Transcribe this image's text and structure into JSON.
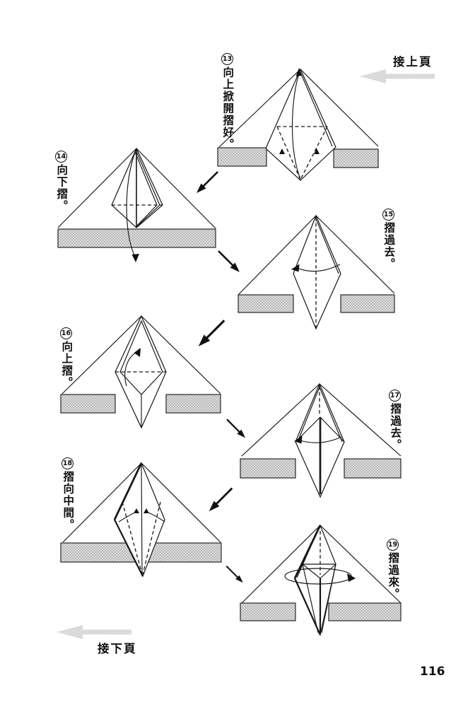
{
  "page": {
    "number": "116"
  },
  "nav": {
    "prev": {
      "label": "接上頁",
      "icon": "left-arrow"
    },
    "next": {
      "label": "接下頁",
      "icon": "left-arrow"
    }
  },
  "steps": [
    {
      "number": "13",
      "instruction": "向上掀開摺好。"
    },
    {
      "number": "14",
      "instruction": "向下摺。"
    },
    {
      "number": "15",
      "instruction": "摺過去。"
    },
    {
      "number": "16",
      "instruction": "向上摺。"
    },
    {
      "number": "17",
      "instruction": "摺過去。"
    },
    {
      "number": "18",
      "instruction": "摺向中間。"
    },
    {
      "number": "19",
      "instruction": "摺過來。"
    }
  ],
  "colors": {
    "shade_base": "#dedede",
    "shade_dot": "#b9b9b9",
    "nav_arrow_base": "#e8e8e8",
    "nav_arrow_dot": "#cdcdcd",
    "line": "#161616"
  }
}
